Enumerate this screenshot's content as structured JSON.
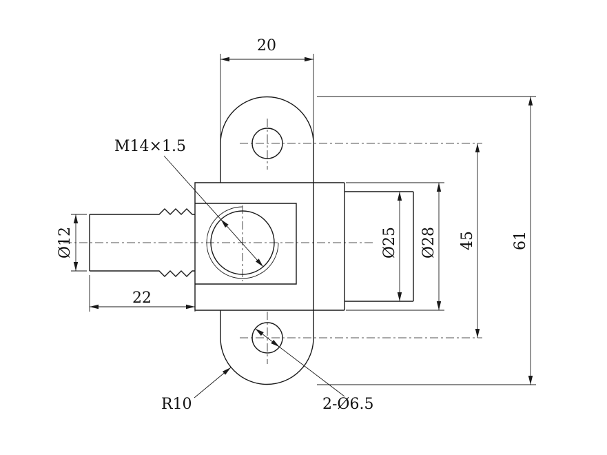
{
  "colors": {
    "background": "#ffffff",
    "line": "#1a1a1a",
    "text": "#111111"
  },
  "dimensions": {
    "flange_width": "20",
    "barb_diameter": "Ø12",
    "barb_length": "22",
    "cylinder_inner": "Ø25",
    "cylinder_outer": "Ø28",
    "hole_spacing": "45",
    "overall_height": "61"
  },
  "callouts": {
    "thread": "M14×1.5",
    "corner_radius": "R10",
    "mounting_holes": "2-Ø6.5"
  }
}
